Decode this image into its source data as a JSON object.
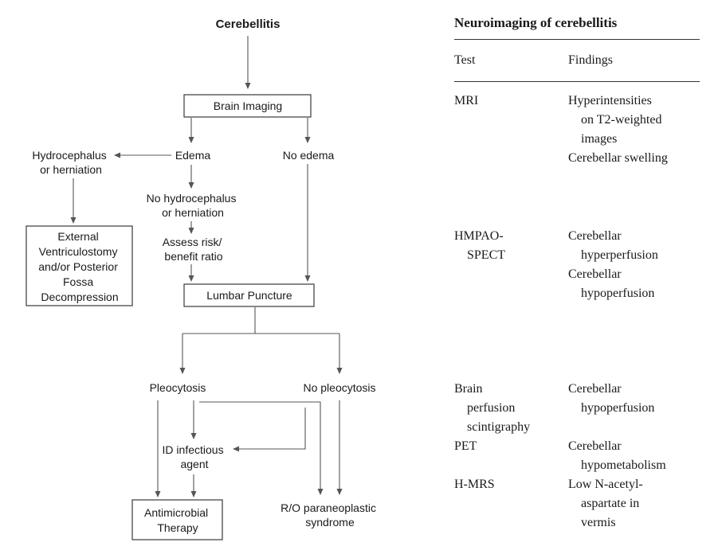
{
  "flowchart": {
    "title": "Cerebellitis",
    "nodes": {
      "brain_imaging": "Brain Imaging",
      "edema": "Edema",
      "no_edema": "No edema",
      "hydro_herniation": [
        "Hydrocephalus",
        "or herniation"
      ],
      "no_hydro": [
        "No hydrocephalus",
        "or herniation"
      ],
      "assess_risk": [
        "Assess risk/",
        "benefit ratio"
      ],
      "external_ventriculostomy": [
        "External",
        "Ventriculostomy",
        "and/or Posterior",
        "Fossa",
        "Decompression"
      ],
      "lumbar_puncture": "Lumbar Puncture",
      "pleocytosis": "Pleocytosis",
      "no_pleocytosis": "No pleocytosis",
      "id_agent": [
        "ID infectious",
        "agent"
      ],
      "antimicrobial": [
        "Antimicrobial",
        "Therapy"
      ],
      "ro_paraneoplastic": [
        "R/O paraneoplastic",
        "syndrome"
      ]
    }
  },
  "table": {
    "title": "Neuroimaging of cerebellitis",
    "headers": {
      "test": "Test",
      "findings": "Findings"
    },
    "rows": [
      {
        "test": [
          "MRI"
        ],
        "findings": [
          [
            "Hyperintensities",
            "on T2-weighted",
            "images"
          ],
          [
            "Cerebellar swelling"
          ]
        ]
      },
      {
        "test": [
          "HMPAO-",
          "SPECT"
        ],
        "findings": [
          [
            "Cerebellar",
            "hyperperfusion"
          ],
          [
            "Cerebellar",
            "hypoperfusion"
          ]
        ]
      },
      {
        "test": [
          "Brain",
          "perfusion",
          "scintigraphy"
        ],
        "findings": [
          [
            "Cerebellar",
            "hypoperfusion"
          ]
        ]
      },
      {
        "test": [
          "PET"
        ],
        "findings": [
          [
            "Cerebellar",
            "hypometabolism"
          ]
        ]
      },
      {
        "test": [
          "H-MRS"
        ],
        "findings": [
          [
            "Low N-acetyl-",
            "aspartate in",
            "vermis"
          ]
        ]
      }
    ]
  }
}
